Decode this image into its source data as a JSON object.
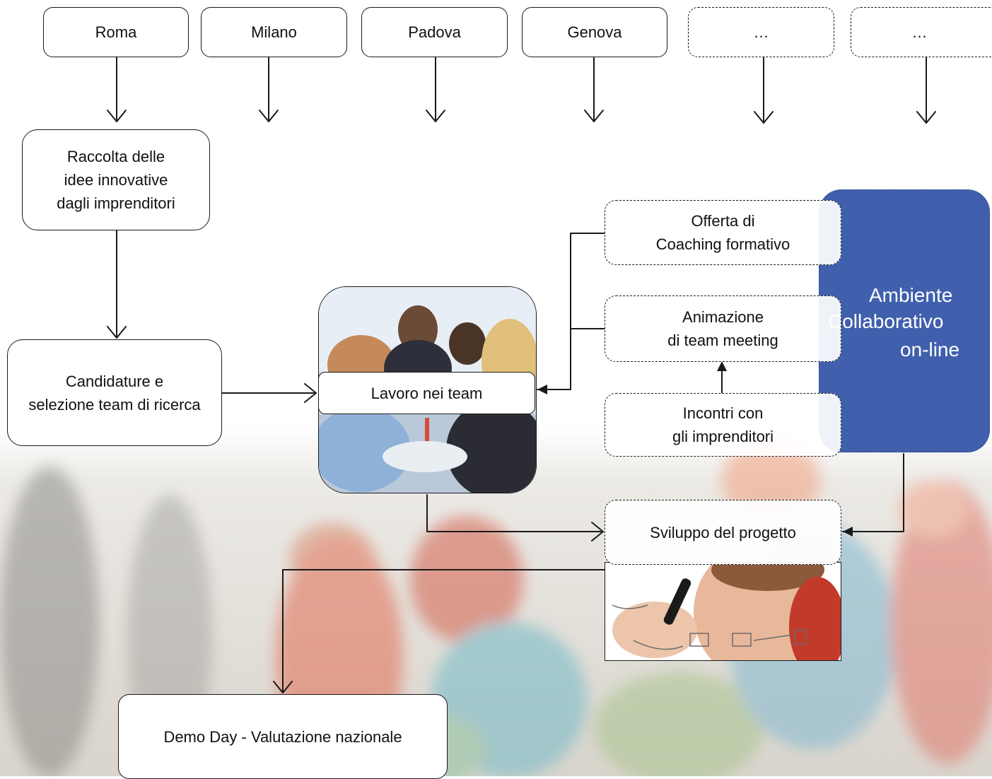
{
  "cities": [
    "Roma",
    "Milano",
    "Padova",
    "Genova",
    "…",
    "…"
  ],
  "steps": {
    "raccolta": "Raccolta delle\nidee innovative\ndagli imprenditori",
    "candidature": "Candidature e\nselezione team di ricerca",
    "lavoro": "Lavoro nei team",
    "sviluppo": "Sviluppo del progetto",
    "demo": "Demo Day - Valutazione nazionale"
  },
  "support": {
    "coaching": "Offerta di\nCoaching  formativo",
    "animazione": "Animazione\ndi team meeting",
    "incontri": "Incontri con\ngli imprenditori"
  },
  "collab": {
    "line1": "Ambiente",
    "line2": "Collaborativo",
    "line3": "on-line"
  },
  "colors": {
    "collab_fill": "#4060ad",
    "line": "#1a1a1a"
  }
}
